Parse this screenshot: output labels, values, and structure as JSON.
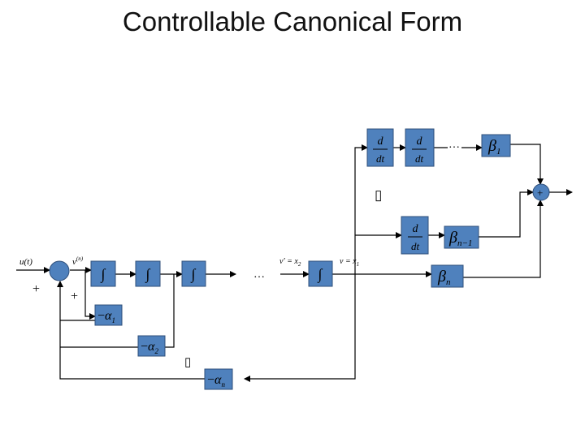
{
  "title": "Controllable Canonical Form",
  "blocks": {
    "d_dt_1": {
      "num": "d",
      "den": "dt"
    },
    "d_dt_2": {
      "num": "d",
      "den": "dt"
    },
    "d_dt_3": {
      "num": "d",
      "den": "dt"
    },
    "beta_1": {
      "sym": "β",
      "sub": "1"
    },
    "beta_n_minus_1": {
      "sym": "β",
      "sub": "n−1"
    },
    "beta_n": {
      "sym": "β",
      "sub": "n"
    },
    "integrator_symbol": "∫",
    "neg_alpha_1": {
      "sign": "−",
      "sym": "α",
      "sub": "1"
    },
    "neg_alpha_2": {
      "sign": "−",
      "sym": "α",
      "sub": "2"
    },
    "neg_alpha_n": {
      "sign": "−",
      "sym": "α",
      "sub": "n"
    }
  },
  "labels": {
    "input": "u(t)",
    "v_n": "v",
    "v_n_sup": "(n)",
    "v_prime": "v′ = x",
    "v_prime_sub": "2",
    "v_eq": "v = x",
    "v_eq_sub": "1",
    "plus_left_1": "+",
    "plus_left_2": "+",
    "plus_right": "+",
    "ellipsis_top": "…",
    "ellipsis_mid": "…",
    "placeholder_1": "▯",
    "placeholder_2": "▯"
  },
  "colors": {
    "block_fill": "#4f81bd",
    "block_stroke": "#2f4f7a",
    "wire": "#000000"
  }
}
